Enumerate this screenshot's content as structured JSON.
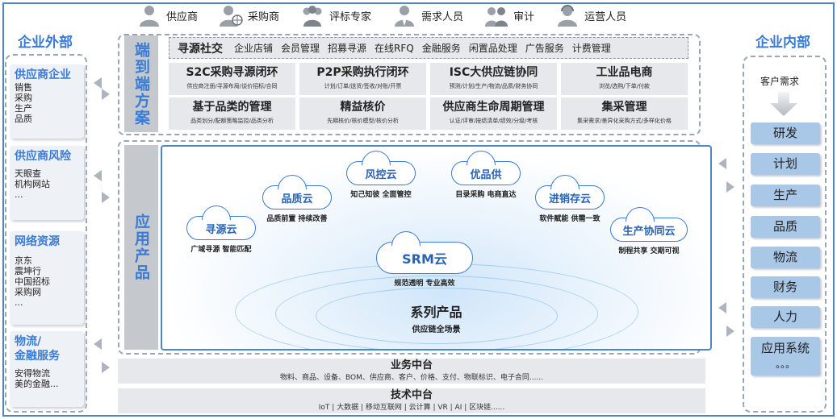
{
  "roles": [
    {
      "label": "供应商",
      "icon": "person-icon"
    },
    {
      "label": "采购商",
      "icon": "person-globe-icon"
    },
    {
      "label": "评标专家",
      "icon": "group-icon"
    },
    {
      "label": "需求人员",
      "icon": "person-tie-icon"
    },
    {
      "label": "审计",
      "icon": "group-icon"
    },
    {
      "label": "运营人员",
      "icon": "headset-icon"
    }
  ],
  "left": {
    "title": "企业外部",
    "boxes": [
      {
        "title": "供应商企业",
        "items": [
          "销售",
          "采购",
          "生产",
          "品质"
        ]
      },
      {
        "title": "供应商风险",
        "items": [
          "天眼查",
          "机构网站",
          "..."
        ]
      },
      {
        "title": "网络资源",
        "items": [
          "京东",
          "震坤行",
          "中国招标",
          "采购网",
          "..."
        ]
      },
      {
        "title": "物流/\n金融服务",
        "items": [
          "安得物流",
          "美的金融..."
        ]
      }
    ]
  },
  "e2e": {
    "label": "端到端方案",
    "social": {
      "title": "寻源社交",
      "items": [
        "企业店铺",
        "会员管理",
        "招募寻源",
        "在线RFQ",
        "金融服务",
        "闲置品处理",
        "广告服务",
        "计费管理"
      ]
    },
    "solutions": [
      {
        "title": "S2C采购寻源闭环",
        "sub": "供应商注册/寻源布局/谈价招标/合同"
      },
      {
        "title": "P2P采购执行闭环",
        "sub": "计划/订单/送货/签收/对账/开票"
      },
      {
        "title": "ISC大供应链协同",
        "sub": "预测/计划/生产/物流/品质/财务协同"
      },
      {
        "title": "工业品电商",
        "sub": "浏览/选购/下单/付款"
      },
      {
        "title": "基于品类的管理",
        "sub": "品类划分/配额策略监控/品类分析"
      },
      {
        "title": "精益核价",
        "sub": "先期核价/核价模型/核价分析"
      },
      {
        "title": "供应商生命周期管理",
        "sub": "认证/评审/按绩清单/绩效/分级/考核"
      },
      {
        "title": "集采管理",
        "sub": "集采需求/差异化采购方式/多样化价格"
      }
    ]
  },
  "apps": {
    "label": "应用产品",
    "clouds": [
      {
        "name": "风控云",
        "desc": "知己知彼 全面管控"
      },
      {
        "name": "优品供",
        "desc": "目录采购 电商直达"
      },
      {
        "name": "品质云",
        "desc": "品质前置 持续改善"
      },
      {
        "name": "进销存云",
        "desc": "软件赋能 供需一致"
      },
      {
        "name": "寻源云",
        "desc": "广域寻源 智能匹配"
      },
      {
        "name": "生产协同云",
        "desc": "制程共享 交期可视"
      },
      {
        "name": "SRM云",
        "desc": "规范透明 专业高效"
      }
    ],
    "series": "系列产品",
    "series_sub": "供应链全场景"
  },
  "business": {
    "title": "业务中台",
    "sub": "物料、商品、设备、BOM、供应商、客户、价格、支付、物联标识、电子合同......"
  },
  "tech": {
    "title": "技术中台",
    "sub": "IoT | 大数据 | 移动互联网 | 云计算 | VR | AI | 区块链......"
  },
  "right": {
    "title": "企业内部",
    "demand": "客户需求",
    "items": [
      "研发",
      "计划",
      "生产",
      "品质",
      "物流",
      "财务",
      "人力",
      "应用系统"
    ],
    "dots": "。。。"
  },
  "colors": {
    "accent": "#3a7bd5",
    "box_blue": "#a9c7e6",
    "grey": "#e6e8eb"
  }
}
